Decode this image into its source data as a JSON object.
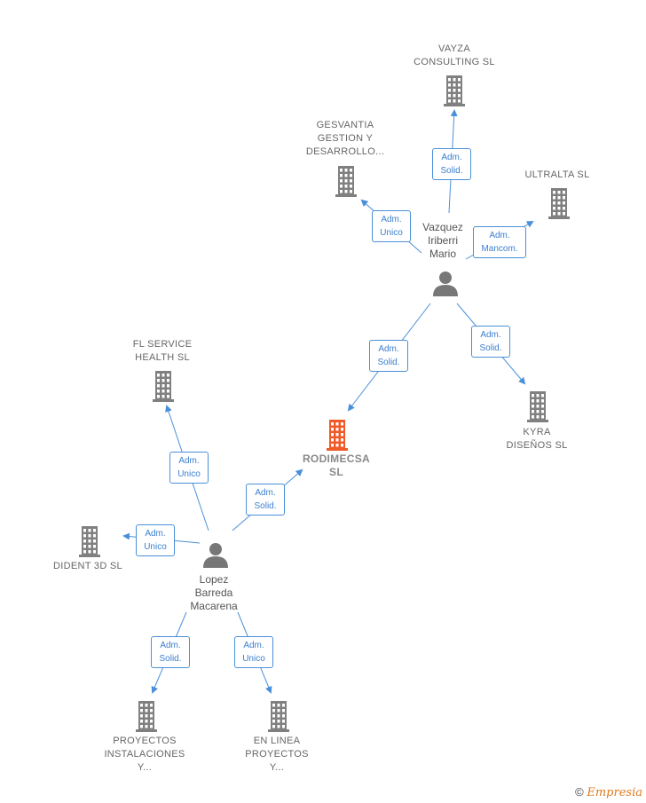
{
  "colors": {
    "edge": "#4a90d9",
    "company": "#808080",
    "main_company": "#f05a28",
    "person": "#777777"
  },
  "nodes": {
    "vayza": {
      "label": [
        "VAYZA",
        "CONSULTING SL"
      ],
      "type": "company"
    },
    "gesvantia": {
      "label": [
        "GESVANTIA",
        "GESTION Y",
        "DESARROLLO..."
      ],
      "type": "company"
    },
    "ultralta": {
      "label": [
        "ULTRALTA SL"
      ],
      "type": "company"
    },
    "kyra": {
      "label": [
        "KYRA",
        "DISEÑOS SL"
      ],
      "type": "company"
    },
    "fl_service": {
      "label": [
        "FL SERVICE",
        "HEALTH SL"
      ],
      "type": "company"
    },
    "rodimecsa": {
      "label": [
        "RODIMECSA",
        "SL"
      ],
      "type": "main"
    },
    "dident": {
      "label": [
        "DIDENT 3D SL"
      ],
      "type": "company"
    },
    "proyectos": {
      "label": [
        "PROYECTOS",
        "INSTALACIONES",
        "Y..."
      ],
      "type": "company"
    },
    "en_linea": {
      "label": [
        "EN LINEA",
        "PROYECTOS",
        "Y..."
      ],
      "type": "company"
    },
    "vazquez": {
      "label": [
        "Vazquez",
        "Iriberri",
        "Mario"
      ],
      "type": "person"
    },
    "lopez": {
      "label": [
        "Lopez",
        "Barreda",
        "Macarena"
      ],
      "type": "person"
    }
  },
  "edges": [
    {
      "from": "vazquez",
      "to": "vayza",
      "label": [
        "Adm.",
        "Solid."
      ]
    },
    {
      "from": "vazquez",
      "to": "gesvantia",
      "label": [
        "Adm.",
        "Unico"
      ]
    },
    {
      "from": "vazquez",
      "to": "ultralta",
      "label": [
        "Adm.",
        "Mancom."
      ]
    },
    {
      "from": "vazquez",
      "to": "rodimecsa",
      "label": [
        "Adm.",
        "Solid."
      ]
    },
    {
      "from": "vazquez",
      "to": "kyra",
      "label": [
        "Adm.",
        "Solid."
      ]
    },
    {
      "from": "lopez",
      "to": "fl_service",
      "label": [
        "Adm.",
        "Unico"
      ]
    },
    {
      "from": "lopez",
      "to": "rodimecsa",
      "label": [
        "Adm.",
        "Solid."
      ]
    },
    {
      "from": "lopez",
      "to": "dident",
      "label": [
        "Adm.",
        "Unico"
      ]
    },
    {
      "from": "lopez",
      "to": "proyectos",
      "label": [
        "Adm.",
        "Solid."
      ]
    },
    {
      "from": "lopez",
      "to": "en_linea",
      "label": [
        "Adm.",
        "Unico"
      ]
    }
  ],
  "footer": {
    "copyright": "©",
    "brand": "Empresia"
  }
}
